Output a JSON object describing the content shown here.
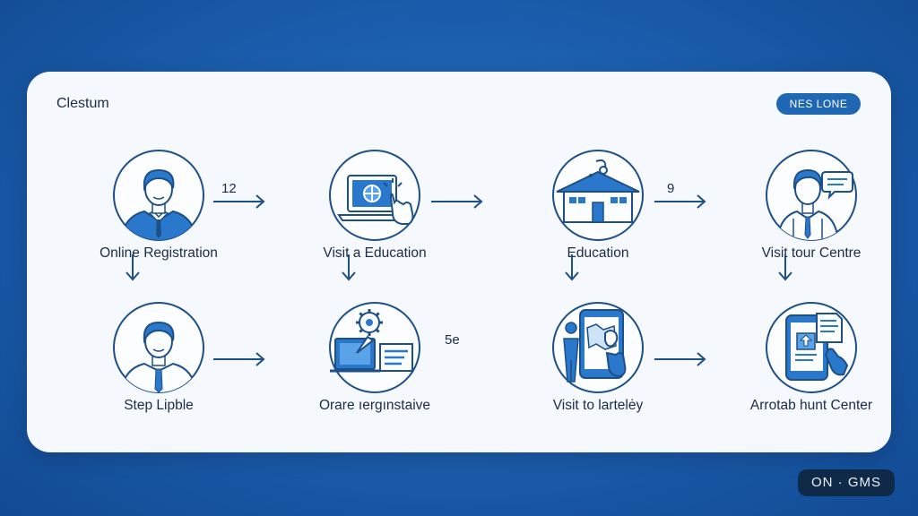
{
  "panel": {
    "title": "Clestum",
    "badge": "NES LONE"
  },
  "footer_badge": "ON · GMS",
  "colors": {
    "background": "#1a5cab",
    "panel": "#f5f8fc",
    "accent": "#1f67b3",
    "icon_blue": "#2a78cc",
    "icon_line": "#1e4f86",
    "text": "#1b2c45"
  },
  "nodes": {
    "r1c1": {
      "label": "Online Registration",
      "icon": "person-suit-icon"
    },
    "r1c2": {
      "label": "Visit a Education",
      "icon": "laptop-click-icon"
    },
    "r1c3": {
      "label": "Education",
      "icon": "house-icon"
    },
    "r1c4": {
      "label": "Visit tour Centre",
      "icon": "person-speech-icon"
    },
    "r2c1": {
      "label": "Step Lipble",
      "icon": "person-shirt-icon"
    },
    "r2c2": {
      "label": "Orare ıergınstaive",
      "icon": "gear-monitor-icon"
    },
    "r2c3": {
      "label": "Visit to lartelėy",
      "icon": "tablet-map-icon"
    },
    "r2c4": {
      "label": "Arrotab hunt Center",
      "icon": "phone-document-icon"
    }
  },
  "step_numbers": {
    "a": "12",
    "b": "9",
    "c": "5e"
  }
}
